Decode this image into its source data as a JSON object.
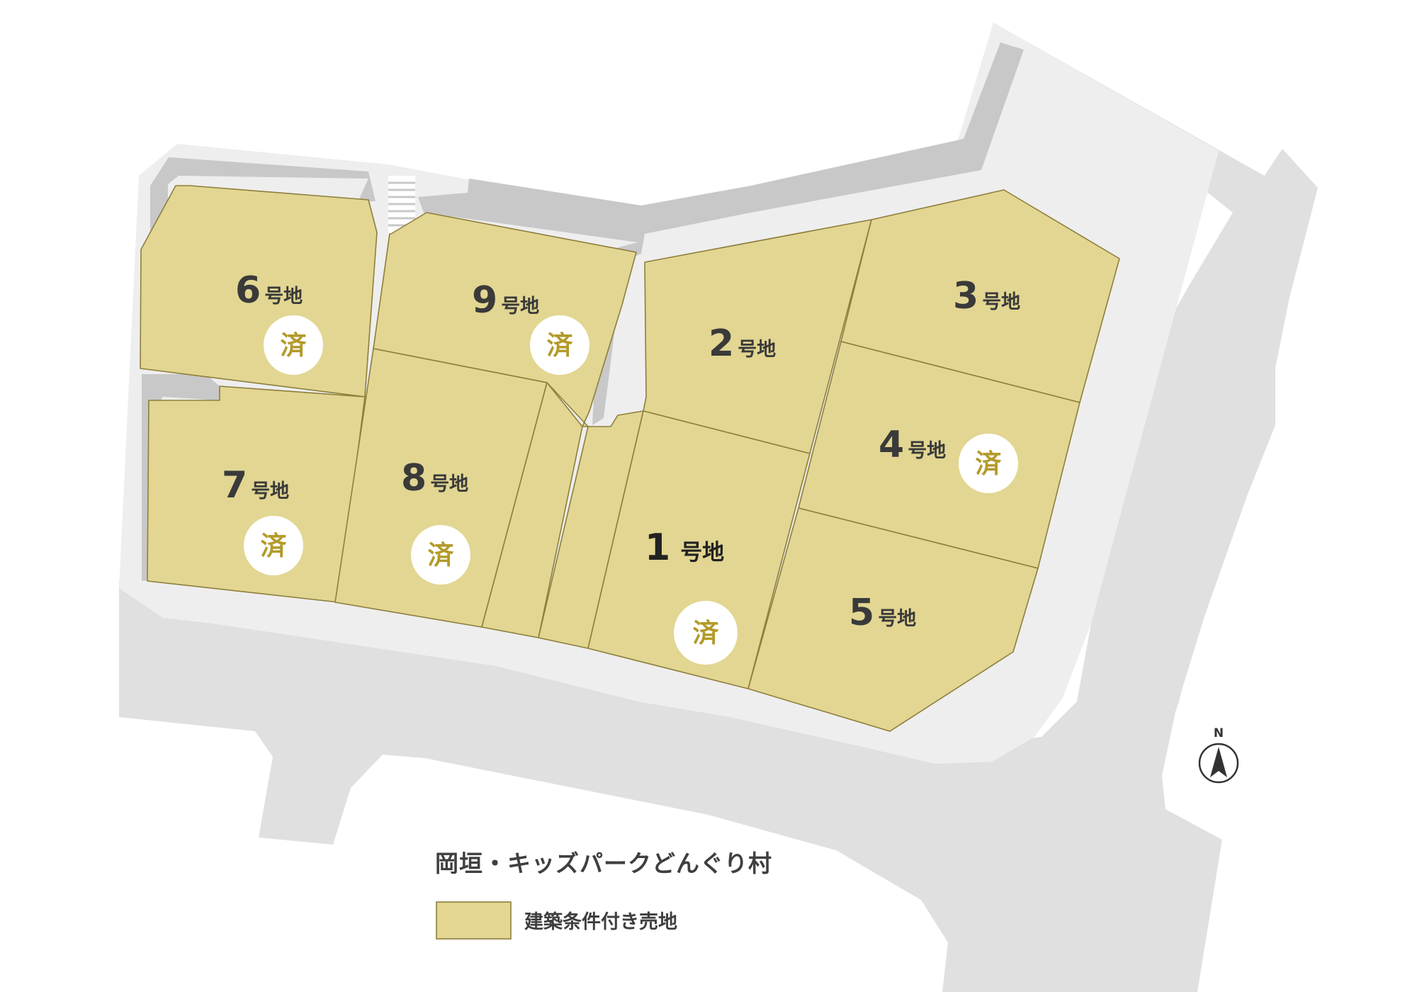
{
  "map": {
    "title": "岡垣・キッズパークどんぐり村",
    "north_label": "N",
    "colors": {
      "lot_fill": "#e2d692",
      "lot_border": "#8e7e3c",
      "road": "#e0e0e0",
      "sidewalk": "#eeeeee",
      "wall": "#c8c8c8",
      "sold_text": "#b39a2a"
    },
    "legend": {
      "items": [
        {
          "label": "建築条件付き売地"
        }
      ]
    },
    "lot_suffix": "号地",
    "sold_label": "済",
    "lots": [
      {
        "number": "1",
        "sold": true
      },
      {
        "number": "2",
        "sold": false
      },
      {
        "number": "3",
        "sold": false
      },
      {
        "number": "4",
        "sold": true
      },
      {
        "number": "5",
        "sold": false
      },
      {
        "number": "6",
        "sold": true
      },
      {
        "number": "7",
        "sold": true
      },
      {
        "number": "8",
        "sold": true
      },
      {
        "number": "9",
        "sold": true
      }
    ]
  }
}
